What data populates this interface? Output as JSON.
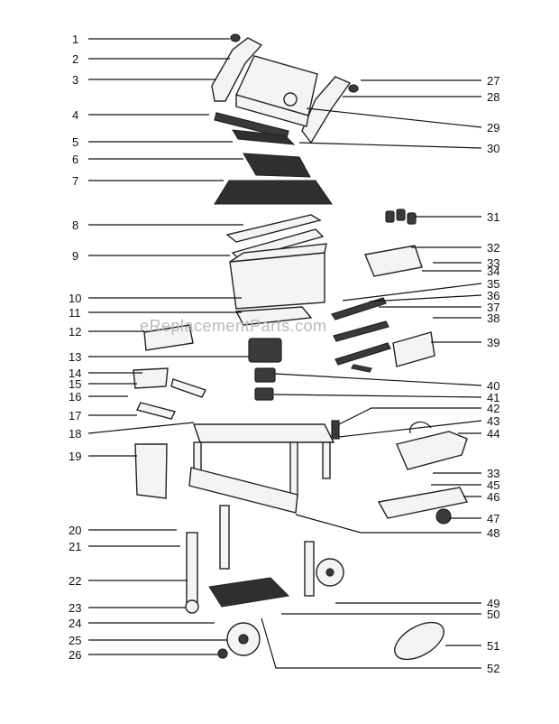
{
  "watermark": "eReplacementParts.com",
  "left_numbers": [
    "1",
    "2",
    "3",
    "4",
    "5",
    "6",
    "7",
    "8",
    "9",
    "10",
    "11",
    "12",
    "13",
    "14",
    "15",
    "16",
    "17",
    "18",
    "19",
    "20",
    "21",
    "22",
    "23",
    "24",
    "25",
    "26"
  ],
  "right_numbers": [
    "27",
    "28",
    "29",
    "30",
    "31",
    "32",
    "33",
    "34",
    "35",
    "36",
    "37",
    "38",
    "39",
    "40",
    "41",
    "42",
    "43",
    "44",
    "33",
    "45",
    "46",
    "47",
    "48",
    "49",
    "50",
    "51",
    "52"
  ]
}
